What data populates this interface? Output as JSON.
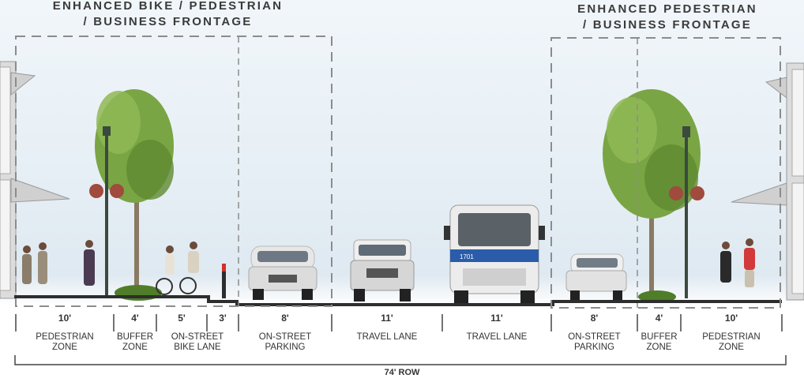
{
  "titles": {
    "left_line1": "ENHANCED BIKE / PEDESTRIAN",
    "left_line2": "/ BUSINESS FRONTAGE",
    "right_line1": "ENHANCED PEDESTRIAN",
    "right_line2": "/ BUSINESS FRONTAGE"
  },
  "zones": [
    {
      "width": "10'",
      "line1": "PEDESTRIAN",
      "line2": "ZONE"
    },
    {
      "width": "4'",
      "line1": "BUFFER",
      "line2": "ZONE"
    },
    {
      "width": "5'",
      "line1": "ON-STREET",
      "line2": "BIKE LANE"
    },
    {
      "width": "3'",
      "line1": "",
      "line2": ""
    },
    {
      "width": "8'",
      "line1": "ON-STREET",
      "line2": "PARKING"
    },
    {
      "width": "11'",
      "line1": "TRAVEL LANE",
      "line2": ""
    },
    {
      "width": "11'",
      "line1": "TRAVEL LANE",
      "line2": ""
    },
    {
      "width": "8'",
      "line1": "ON-STREET",
      "line2": "PARKING"
    },
    {
      "width": "4'",
      "line1": "BUFFER",
      "line2": "ZONE"
    },
    {
      "width": "10'",
      "line1": "PEDESTRIAN",
      "line2": "ZONE"
    }
  ],
  "total_row": "74' ROW",
  "bus_number": "1701",
  "colors": {
    "sky": "#e6eff5",
    "dash": "#8c8c8c",
    "road": "#333333",
    "tree": "#6f9a3a",
    "bus_stripe": "#2a5caa"
  }
}
